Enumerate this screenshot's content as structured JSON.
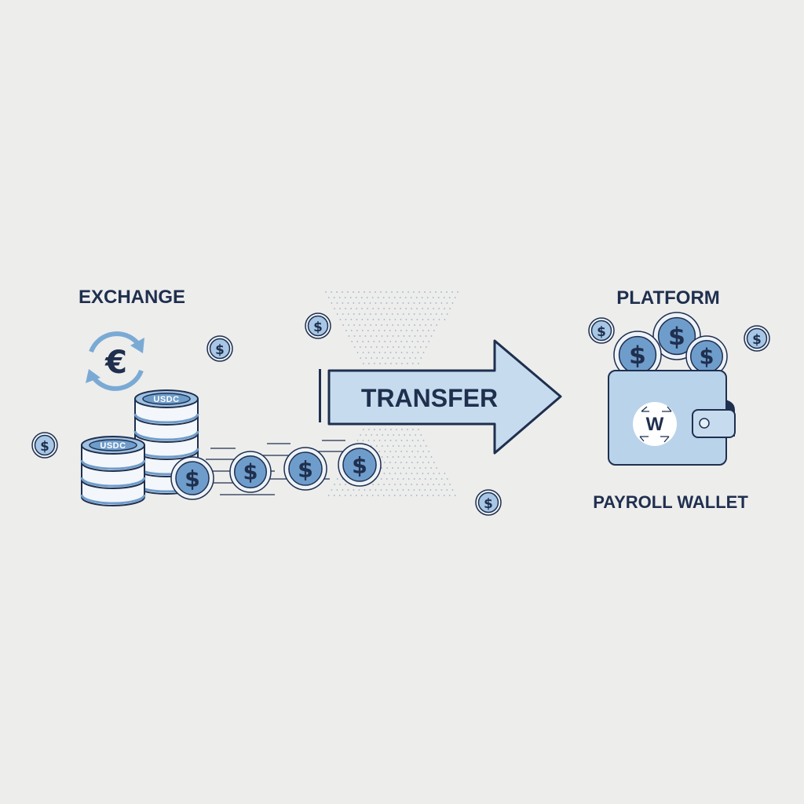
{
  "labels": {
    "exchange": "EXCHANGE",
    "transfer": "TRANSFER",
    "platform": "PLATFORM",
    "payroll_wallet": "PAYROLL WALLET"
  },
  "stacks": {
    "token_label": "USDC"
  },
  "coin_symbol": "$",
  "euro_symbol": "€",
  "wallet_logo": "W",
  "colors": {
    "background": "#ededec",
    "navy": "#1f2f4e",
    "light_blue": "#c6dcee",
    "mid_blue": "#7aaad4",
    "coin_fill": "#6f9dcb"
  }
}
